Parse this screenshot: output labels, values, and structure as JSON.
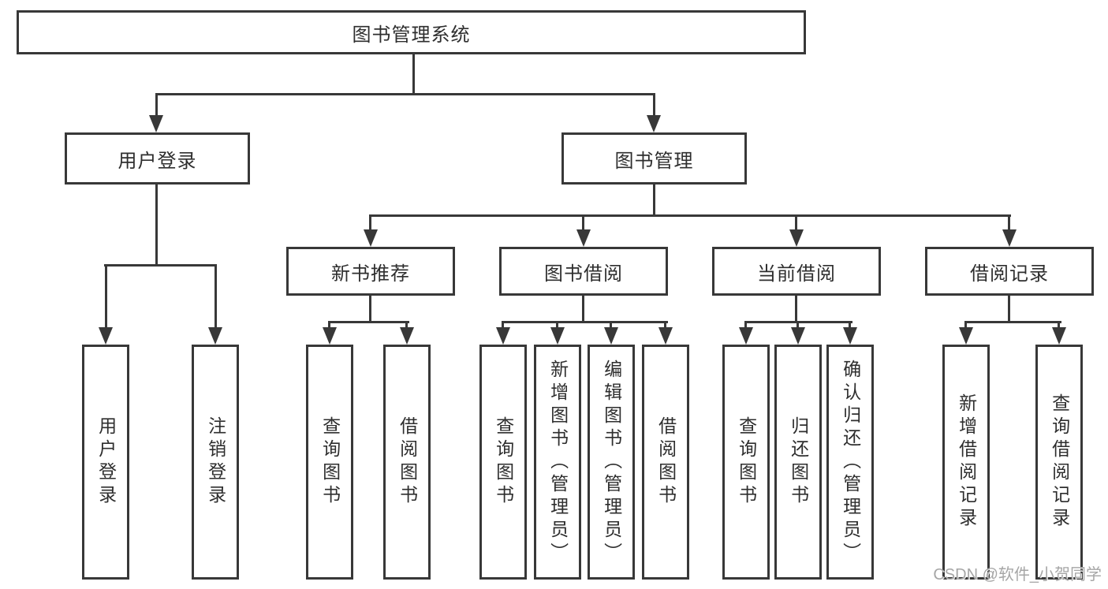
{
  "root": {
    "label": "图书管理系统"
  },
  "level1": {
    "login": "用户登录",
    "management": "图书管理"
  },
  "level2": {
    "recommend": "新书推荐",
    "borrow": "图书借阅",
    "current": "当前借阅",
    "records": "借阅记录"
  },
  "leaves": {
    "login": [
      "用户登录",
      "注销登录"
    ],
    "recommend": [
      "查询图书",
      "借阅图书"
    ],
    "borrow": [
      "查询图书",
      "新增图书（管理员）",
      "编辑图书（管理员）",
      "借阅图书"
    ],
    "current": [
      "查询图书",
      "归还图书",
      "确认归还（管理员）"
    ],
    "records": [
      "新增借阅记录",
      "查询借阅记录"
    ]
  },
  "watermark": "CSDN @软件_小贺同学",
  "colors": {
    "line": "#383838",
    "text": "#2e2e2e",
    "background": "#ffffff",
    "watermark": "#a6a6a6"
  }
}
